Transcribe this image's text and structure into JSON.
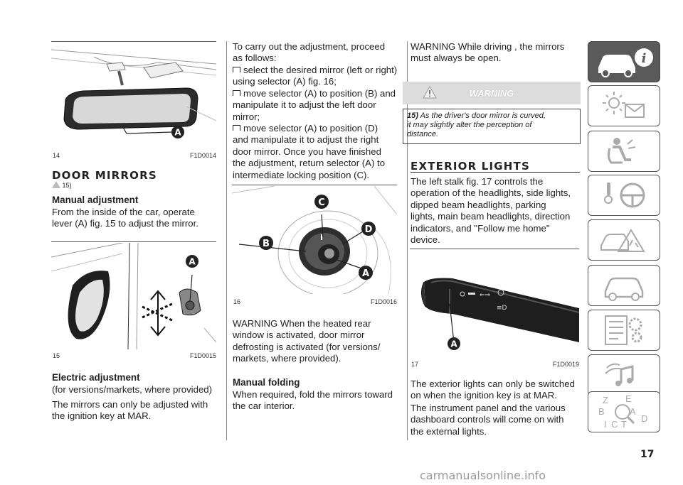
{
  "col1": {
    "fig14": {
      "num": "14",
      "code": "F1D0014",
      "label": "A"
    },
    "heading_door_mirrors": "DOOR MIRRORS",
    "warning_ref": "15)",
    "sub_manual": "Manual adjustment",
    "text_manual": [
      "From the inside of the car, operate",
      "lever (A) fig. 15 to adjust the mirror."
    ],
    "fig15": {
      "num": "15",
      "code": "F1D0015",
      "label": "A"
    },
    "sub_electric": "Electric adjustment",
    "text_electric_note": "(for versions/markets, where provided)",
    "text_electric": [
      "The mirrors can only be adjusted with",
      "the ignition key at MAR."
    ]
  },
  "col2": {
    "intro": [
      "To carry out the adjustment, proceed",
      "as follows:"
    ],
    "steps": [
      [
        "select the desired mirror (left or right)",
        "using selector (A) fig. 16;"
      ],
      [
        "move selector (A) to position (B) and",
        "manipulate it to adjust the left door",
        "mirror;"
      ],
      [
        "move selector (A) to position (D)",
        "and manipulate it to adjust the right",
        "door mirror. Once you have finished",
        "the adjustment, return selector (A) to",
        "intermediate locking position (C)."
      ]
    ],
    "fig16": {
      "num": "16",
      "code": "F1D0016",
      "labels": {
        "a": "A",
        "b": "B",
        "c": "C",
        "d": "D"
      }
    },
    "warning_heated": [
      "WARNING When the heated rear",
      "window is activated, door mirror",
      "defrosting is activated (for versions/",
      "markets, where provided)."
    ],
    "sub_folding": "Manual folding",
    "text_folding": [
      "When required, fold the mirrors toward",
      "the car interior."
    ]
  },
  "col3": {
    "warning_driving": [
      "WARNING While driving , the mirrors",
      "must always be open."
    ],
    "warning_title": "WARNING",
    "warning_note_num": "15)",
    "warning_note": [
      "As the driver's door mirror is curved,",
      "it may slightly alter the perception of",
      "distance."
    ],
    "heading_exterior": "EXTERIOR LIGHTS",
    "text_exterior": [
      "The left stalk fig. 17 controls the",
      "operation of the headlights, side lights,",
      "dipped beam headlights, parking",
      "lights, main beam headlights, direction",
      "indicators, and \"Follow me home\"",
      "device."
    ],
    "fig17": {
      "num": "17",
      "code": "F1D0019",
      "label": "A"
    },
    "text_ignition": [
      "The exterior lights can only be switched",
      "on when the ignition key is at MAR."
    ],
    "text_panel": [
      "The instrument panel and the various",
      "dashboard controls will come on with",
      "the external lights."
    ]
  },
  "sidebar": {
    "tabs": [
      "car-info-icon",
      "warning-lights-icon",
      "safety-icon",
      "driving-icon",
      "emergency-icon",
      "maintenance-icon",
      "technical-data-icon",
      "multimedia-icon",
      "index-icon"
    ],
    "index_letters": [
      "Z",
      "E",
      "B",
      "A",
      "I",
      "C",
      "T",
      "D"
    ]
  },
  "page_number": "17",
  "footer": "carmanualsonline.info"
}
